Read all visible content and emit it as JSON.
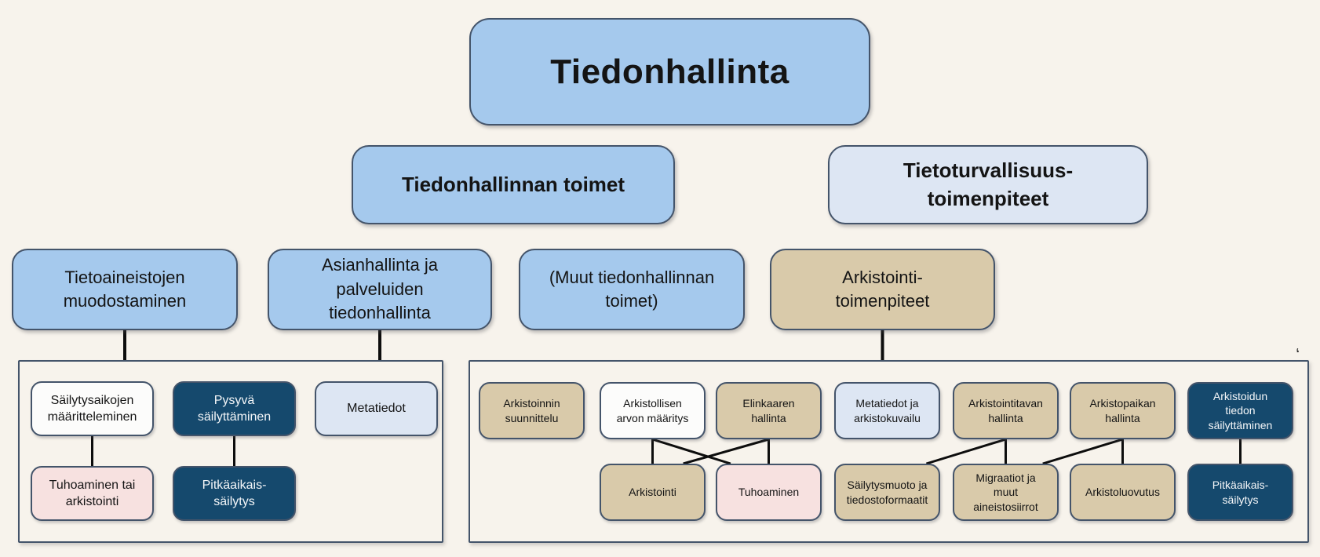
{
  "colors": {
    "background": "#f7f3ec",
    "border": "#44546a",
    "line": "#0d0d0d",
    "blue": "#a5c9ed",
    "light_blue": "#dde6f3",
    "tan": "#d9caaa",
    "navy": "#15496d",
    "pink": "#f7e1e0",
    "white": "#fcfcfb"
  },
  "title": {
    "label": "Tiedonhallinta",
    "fill": "blue"
  },
  "level2": {
    "toimet": {
      "label": "Tiedonhallinnan toimet",
      "fill": "blue"
    },
    "tietoturva": {
      "label": "Tietoturvallisuus-\ntoimenpiteet",
      "fill": "light_blue"
    }
  },
  "level3": {
    "tietoaineistojen": {
      "label": "Tietoaineistojen\nmuodostaminen",
      "fill": "blue"
    },
    "asianhallinta": {
      "label": "Asianhallinta ja\npalveluiden\ntiedonhallinta",
      "fill": "blue"
    },
    "muut": {
      "label": "(Muut tiedonhallinnan\ntoimet)",
      "fill": "blue"
    },
    "arkistointi": {
      "label": "Arkistointi-\ntoimenpiteet",
      "fill": "tan"
    }
  },
  "left_group": {
    "row1": [
      {
        "label": "Säilytysaikojen\nmääritteleminen",
        "fill": "white"
      },
      {
        "label": "Pysyvä\nsäilyttäminen",
        "fill": "navy"
      },
      {
        "label": "Metatiedot",
        "fill": "light_blue"
      }
    ],
    "row2": [
      {
        "label": "Tuhoaminen tai\narkistointi",
        "fill": "pink"
      },
      {
        "label": "Pitkäaikais-\nsäilytys",
        "fill": "navy"
      }
    ]
  },
  "right_group": {
    "row1": [
      {
        "label": "Arkistoinnin\nsuunnittelu",
        "fill": "tan"
      },
      {
        "label": "Arkistollisen\narvon määritys",
        "fill": "white"
      },
      {
        "label": "Elinkaaren\nhallinta",
        "fill": "tan"
      },
      {
        "label": "Metatiedot ja\narkistokuvailu",
        "fill": "light_blue"
      },
      {
        "label": "Arkistointitavan\nhallinta",
        "fill": "tan"
      },
      {
        "label": "Arkistopaikan\nhallinta",
        "fill": "tan"
      },
      {
        "label": "Arkistoidun\ntiedon\nsäilyttäminen",
        "fill": "navy"
      }
    ],
    "row2": [
      {
        "label": "Arkistointi",
        "fill": "tan"
      },
      {
        "label": "Tuhoaminen",
        "fill": "pink"
      },
      {
        "label": "Säilytysmuoto ja\ntiedostoformaatit",
        "fill": "tan"
      },
      {
        "label": "Migraatiot ja\nmuut\naineistosiirrot",
        "fill": "tan"
      },
      {
        "label": "Arkistoluovutus",
        "fill": "tan"
      },
      {
        "label": "Pitkäaikais-\nsäilytys",
        "fill": "navy"
      }
    ]
  },
  "stray_mark": "ʻ",
  "edges": [
    {
      "from": "n-l3-1",
      "to": "c-left",
      "type": "drop"
    },
    {
      "from": "n-l3-2",
      "to": "c-left",
      "type": "drop"
    },
    {
      "from": "n-l3-4",
      "to": "c-right",
      "type": "drop"
    },
    {
      "from": "n-L1",
      "to": "n-L4",
      "type": "link",
      "toFrac": 0.5
    },
    {
      "from": "n-L2",
      "to": "n-L5",
      "type": "link",
      "toFrac": 0.5
    },
    {
      "from": "n-R2",
      "to": "n-R8",
      "type": "link",
      "toFrac": 0.5
    },
    {
      "from": "n-R2",
      "to": "n-R9",
      "type": "link",
      "toFrac": 0.14
    },
    {
      "from": "n-R3",
      "to": "n-R8",
      "type": "link",
      "toFrac": 0.79
    },
    {
      "from": "n-R3",
      "to": "n-R9",
      "type": "link",
      "toFrac": 0.5
    },
    {
      "from": "n-R5",
      "to": "n-R10",
      "type": "link",
      "toFrac": 0.87
    },
    {
      "from": "n-R5",
      "to": "n-R11",
      "type": "link",
      "toFrac": 0.5
    },
    {
      "from": "n-R6",
      "to": "n-R11",
      "type": "link",
      "toFrac": 0.85
    },
    {
      "from": "n-R6",
      "to": "n-R12",
      "type": "link",
      "toFrac": 0.5
    },
    {
      "from": "n-R7",
      "to": "n-R13",
      "type": "link",
      "toFrac": 0.5
    }
  ]
}
